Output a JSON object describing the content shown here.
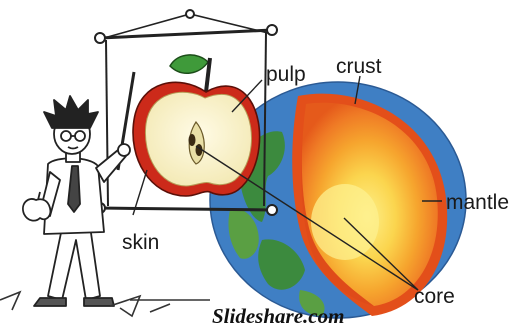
{
  "labels": {
    "pulp": "pulp",
    "crust": "crust",
    "mantle": "mantle",
    "skin": "skin",
    "core": "core"
  },
  "watermark": "Slideshare.com",
  "colors": {
    "apple_skin": "#cc2a1a",
    "apple_flesh": "#fbf6d8",
    "leaf": "#3f9a3a",
    "crust": "#e8511c",
    "mantle": "#ee7a26",
    "outer_core": "#f6b734",
    "inner_core": "#fbe26a",
    "ocean": "#3f7fc4",
    "land": "#3c8a3e"
  },
  "icons": [
    "teacher-figure",
    "pointer-stick",
    "apple-cross-section",
    "earth-cutaway"
  ]
}
